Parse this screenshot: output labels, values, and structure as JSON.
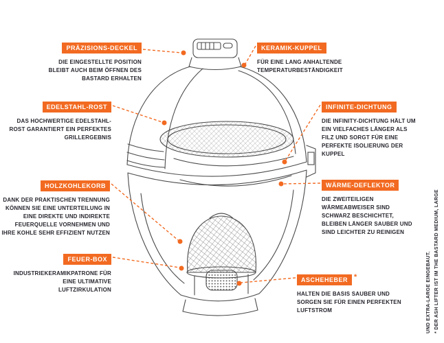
{
  "colors": {
    "accent": "#F26A21",
    "text": "#26262e",
    "line": "#4a4a4a"
  },
  "callouts": {
    "left": [
      {
        "label": "PRÄZISIONS-DECKEL",
        "description": "DIE EINGESTELLTE POSITION BLEIBT AUCH BEIM ÖFFNEN DES BASTARD ERHALTEN"
      },
      {
        "label": "EDELSTAHL-ROST",
        "description": "DAS HOCHWERTIGE EDELSTAHL-ROST GARANTIERT EIN PERFEKTES GRILLERGEBNIS"
      },
      {
        "label": "HOLZKOHLEKORB",
        "description": "DANK DER PRAKTISCHEN TRENNUNG KÖNNEN SIE EINE UNTERTEILUNG IN EINE DIREKTE UND INDIREKTE FEUERQUELLE VORNEHMEN UND IHRE KOHLE SEHR EFFIZIENT NUTZEN"
      },
      {
        "label": "FEUER-BOX",
        "description": "INDUSTRIEKERAMIKPATRONE FÜR EINE ULTIMATIVE LUFTZIRKULATION"
      }
    ],
    "right": [
      {
        "label": "KERAMIK-KUPPEL",
        "description": "FÜR EINE LANG ANHALTENDE TEMPERATURBESTÄNDIGKEIT"
      },
      {
        "label": "INFINITE-DICHTUNG",
        "description": "DIE INFINITY-DICHTUNG HÄLT UM EIN VIELFACHES LÄNGER ALS FILZ UND SORGT FÜR EINE PERFEKTE ISOLIERUNG DER KUPPEL"
      },
      {
        "label": "WÄRME-DEFLEKTOR",
        "description": "DIE ZWEITEILIGEN WÄRMEABWEISER SIND SCHWARZ BESCHICHTET, BLEIBEN LÄNGER SAUBER UND SIND LEICHTER ZU REINIGEN"
      },
      {
        "label": "ASCHEHEBER",
        "asterisk": "*",
        "description": "HALTEN DIE BASIS SAUBER UND SORGEN SIE FÜR EINEN PERFEKTEN LUFTSTROM"
      }
    ]
  },
  "footnote": "* DER ASH LIFTER IST IM THE BASTARD MEDIUM, LARGE UND EXTRA-LARGE EINGEBAUT."
}
